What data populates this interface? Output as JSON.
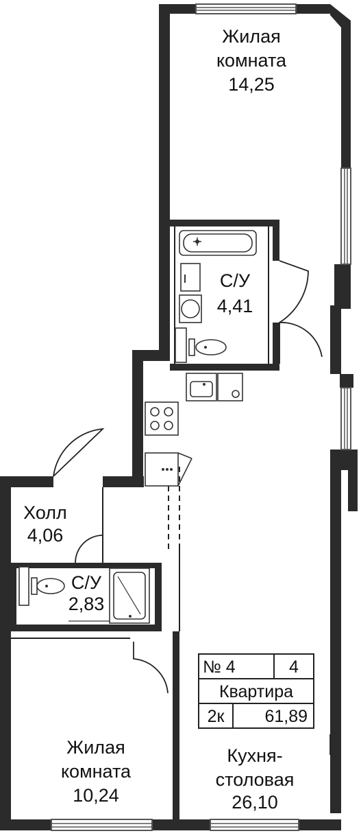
{
  "plan": {
    "colors": {
      "wall": "#2b2b2b",
      "wall_dark": "#3a3a3a",
      "window_frame": "#555555",
      "line": "#222222",
      "background": "#ffffff"
    },
    "rooms": [
      {
        "id": "living-room-1",
        "name": "Жилая комната",
        "name_line1": "Жилая",
        "name_line2": "комната",
        "area": "14,25"
      },
      {
        "id": "bathroom-1",
        "name": "С/У",
        "area": "4,41"
      },
      {
        "id": "hall",
        "name": "Холл",
        "area": "4,06"
      },
      {
        "id": "bathroom-2",
        "name": "С/У",
        "area": "2,83"
      },
      {
        "id": "living-room-2",
        "name": "Жилая комната",
        "name_line1": "Жилая",
        "name_line2": "комната",
        "area": "10,24"
      },
      {
        "id": "kitchen-dining",
        "name": "Кухня-столовая",
        "name_line1": "Кухня-",
        "name_line2": "столовая",
        "area": "26,10"
      }
    ],
    "apartment_info": {
      "number_label": "№ 4",
      "floor": "4",
      "type_label": "Квартира",
      "rooms_label": "2к",
      "total_area": "61,89"
    },
    "icons": [
      "bathtub-icon",
      "toilet-icon",
      "sink-icon",
      "washing-machine-icon",
      "stove-icon",
      "shower-icon",
      "door-swing-icon",
      "window-icon"
    ]
  }
}
